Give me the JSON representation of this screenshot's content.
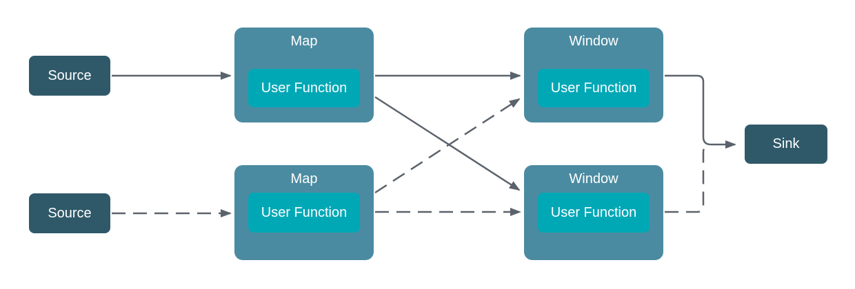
{
  "diagram": {
    "nodes": {
      "source_top": {
        "label": "Source"
      },
      "source_bottom": {
        "label": "Source"
      },
      "map_top": {
        "title": "Map",
        "inner_label": "User Function"
      },
      "map_bottom": {
        "title": "Map",
        "inner_label": "User Function"
      },
      "window_top": {
        "title": "Window",
        "inner_label": "User Function"
      },
      "window_bottom": {
        "title": "Window",
        "inner_label": "User Function"
      },
      "sink": {
        "label": "Sink"
      }
    },
    "edges": [
      {
        "from": "source-top",
        "to": "map-top",
        "style": "solid"
      },
      {
        "from": "source-bottom",
        "to": "map-bottom",
        "style": "dashed"
      },
      {
        "from": "map-top",
        "to": "window-top",
        "style": "solid"
      },
      {
        "from": "map-top",
        "to": "window-bottom",
        "style": "solid"
      },
      {
        "from": "map-bottom",
        "to": "window-top",
        "style": "dashed"
      },
      {
        "from": "map-bottom",
        "to": "window-bottom",
        "style": "dashed"
      },
      {
        "from": "window-top",
        "to": "sink",
        "style": "solid"
      },
      {
        "from": "window-bottom",
        "to": "sink",
        "style": "dashed"
      }
    ],
    "colors": {
      "node_dark": "#2f5969",
      "node_medium": "#4b8ba1",
      "node_accent": "#00a8b6",
      "edge": "#5a626b",
      "text": "#ffffff"
    }
  }
}
